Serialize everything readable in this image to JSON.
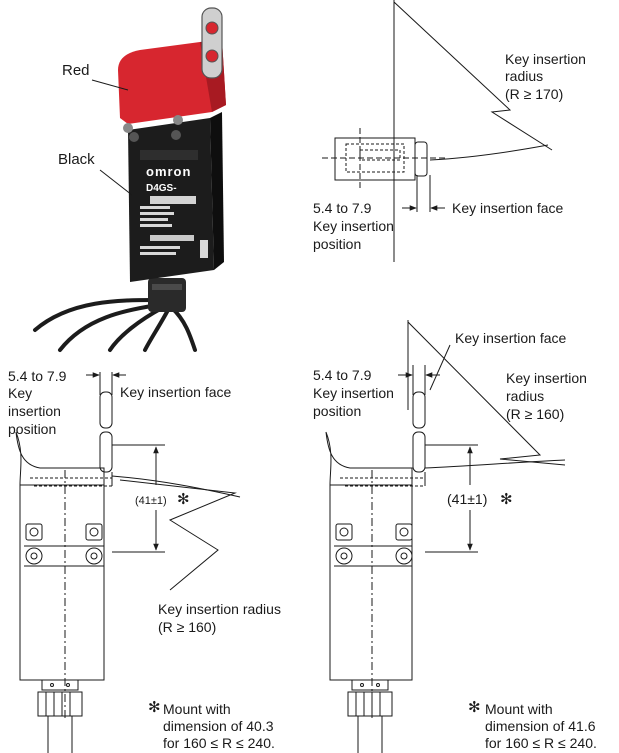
{
  "colors": {
    "red_cover": "#d7262f",
    "black_body": "#1c1c1c",
    "line": "#1a1a1a"
  },
  "photo": {
    "label_red": "Red",
    "label_black": "Black",
    "brand_text": "omron",
    "model_text": "D4GS-"
  },
  "top_right": {
    "radius_line1": "Key insertion",
    "radius_line2": "radius",
    "radius_line3": "(R ≥ 170)",
    "dim_range": "5.4 to 7.9",
    "pos_line1": "Key insertion",
    "pos_line2": "position",
    "face_label": "Key insertion face"
  },
  "bottom_left": {
    "dim_range": "5.4 to 7.9",
    "pos_line1": "Key",
    "pos_line2": "insertion",
    "pos_line3": "position",
    "face_label": "Key insertion face",
    "dim_41": "(41±1)",
    "star": "✻",
    "radius_line1": "Key insertion radius",
    "radius_line2": "(R ≥ 160)",
    "note_line1": "Mount with",
    "note_line2": "dimension of 40.3",
    "note_line3": "for 160 ≤ R ≤ 240."
  },
  "bottom_right": {
    "face_label": "Key insertion face",
    "dim_range": "5.4 to 7.9",
    "pos_line1": "Key insertion",
    "pos_line2": "position",
    "radius_line1": "Key insertion",
    "radius_line2": "radius",
    "radius_line3": "(R ≥ 160)",
    "dim_41": "(41±1)",
    "star": "✻",
    "note_line1": "Mount with",
    "note_line2": "dimension of 41.6",
    "note_line3": "for 160 ≤ R ≤ 240."
  }
}
